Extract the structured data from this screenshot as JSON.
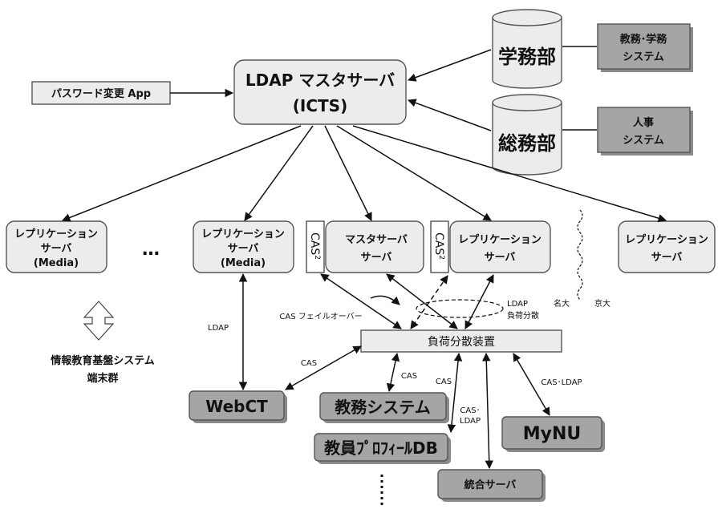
{
  "ldap_master": {
    "line1": "LDAP マスタサーバ",
    "line2": "(ICTS)"
  },
  "password_app": "パスワード変更 App",
  "gakumu": "学務部",
  "somu": "総務部",
  "kyomu_gakumu_system": {
    "line1": "教務･学務",
    "line2": "システム"
  },
  "jinji_system": {
    "line1": "人事",
    "line2": "システム"
  },
  "replica_media_1": {
    "line1": "レプリケーション",
    "line2": "サーバ",
    "line3": "(Media)"
  },
  "replica_media_2": {
    "line1": "レプリケーション",
    "line2": "サーバ",
    "line3": "(Media)"
  },
  "ellipsis": "…",
  "master_server": {
    "line1": "マスタサーバ",
    "line2": "サーバ"
  },
  "replica_server": {
    "line1": "レプリケーション",
    "line2": "サーバ"
  },
  "replica_right": {
    "line1": "レプリケーション",
    "line2": "サーバ"
  },
  "cas2_label": {
    "base": "CAS",
    "sup": "2"
  },
  "nagoya": "名大",
  "kyoto": "京大",
  "ldap_loadbal_note": {
    "line1": "LDAP",
    "line2": "負荷分散"
  },
  "cas_failover": "CAS フェイルオーバー",
  "load_balancer": "負荷分散装置",
  "terminal_group": {
    "line1": "情報教育基盤システム",
    "line2": "端末群"
  },
  "edge_labels": {
    "ldap": "LDAP",
    "cas_webct": "CAS",
    "cas_kyomu": "CAS",
    "cas_profile": "CAS",
    "cas_ldap_tougou_1": "CAS･",
    "cas_ldap_tougou_2": "LDAP",
    "cas_ldap_mynu": "CAS･LDAP"
  },
  "webct": "WebCT",
  "kyomu_system": "教務システム",
  "faculty_profile_db": "教員ﾌﾟﾛﾌｨｰﾙDB",
  "mynu": "MyNU",
  "tougou_server": "統合サーバ",
  "colors": {
    "light_box": "#ececec",
    "dark_box": "#a5a5a5",
    "stroke": "#555555",
    "line": "#111111"
  },
  "icons": [
    "double-arrow-icon",
    "wavy-boundary-icon",
    "ellipsis-dots"
  ]
}
